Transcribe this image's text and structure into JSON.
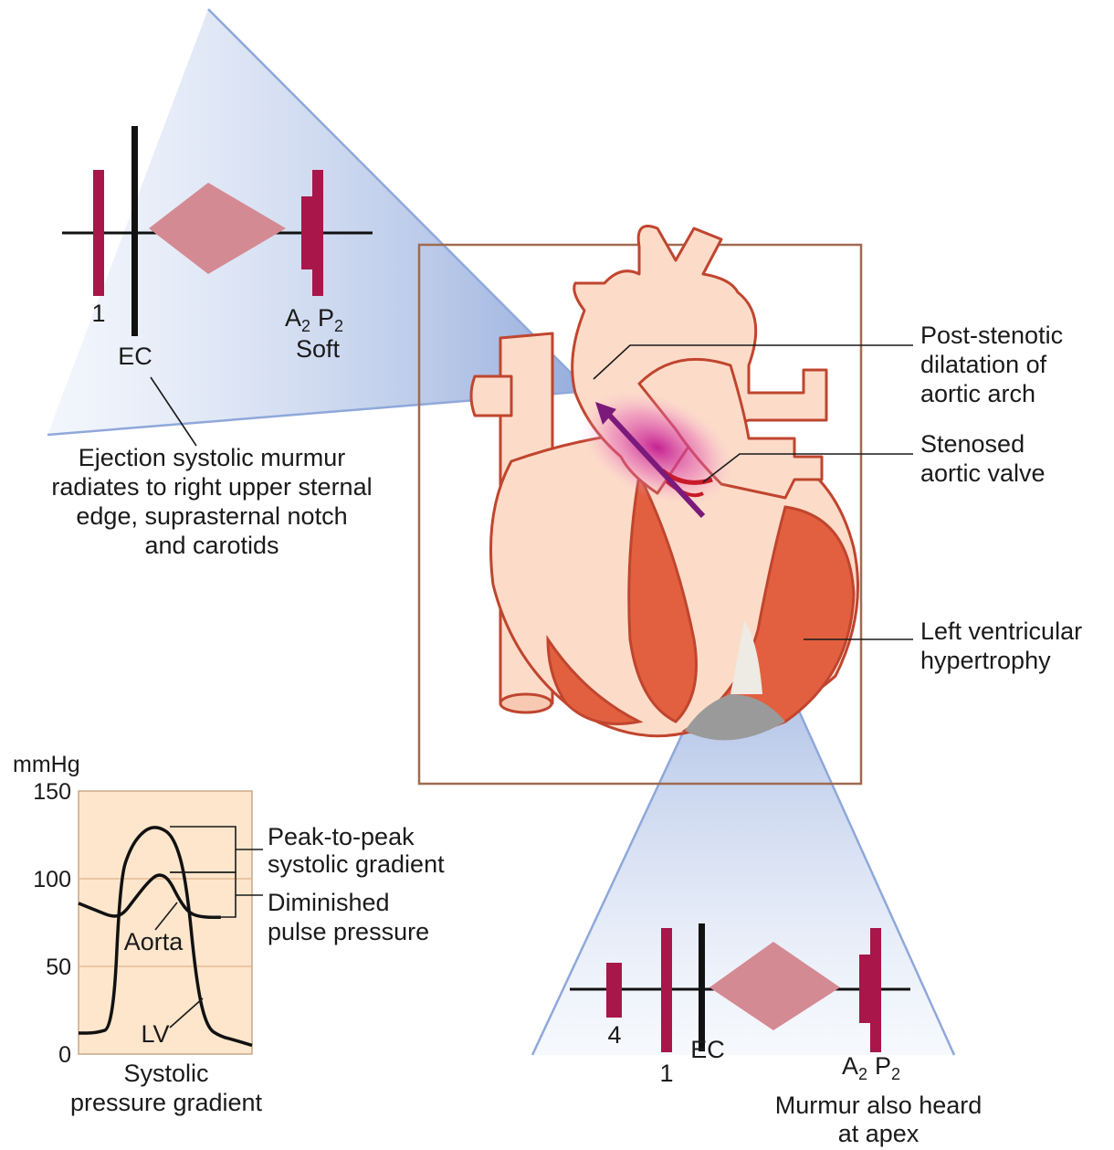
{
  "colors": {
    "cone": "#8fa8da",
    "heart_sound": "#a8164a",
    "murmur": "#d48a93",
    "heart_frame": "#a06a50",
    "heart_fill": "#fcdcc8",
    "heart_outline": "#c0452f",
    "myocardium": "#e2603f",
    "chart_background": "#fde6cc"
  },
  "phono_top": {
    "s1_label": "1",
    "ec_label": "EC",
    "a2": "A",
    "a2_sub": "2",
    "p2": "P",
    "p2_sub": "2",
    "soft_label": "Soft"
  },
  "murmur_caption": [
    "Ejection systolic murmur",
    "radiates to right upper sternal",
    "edge, suprasternal notch",
    "and carotids"
  ],
  "heart_labels": {
    "post_stenotic": [
      "Post-stenotic",
      "dilatation of",
      "aortic arch"
    ],
    "stenosed_valve": [
      "Stenosed",
      "aortic valve"
    ],
    "lvh": [
      "Left ventricular",
      "hypertrophy"
    ]
  },
  "phono_bottom": {
    "s4_label": "4",
    "s1_label": "1",
    "ec_label": "EC",
    "a2": "A",
    "a2_sub": "2",
    "p2": "P",
    "p2_sub": "2",
    "caption": [
      "Murmur also heard",
      "at apex"
    ]
  },
  "pressure_chart": {
    "unit": "mmHg",
    "ticks": [
      "150",
      "100",
      "50",
      "0"
    ],
    "aorta_label": "Aorta",
    "lv_label": "LV",
    "peak_label": [
      "Peak-to-peak",
      "systolic gradient"
    ],
    "pulse_label": [
      "Diminished",
      "pulse pressure"
    ],
    "caption": [
      "Systolic",
      "pressure gradient"
    ]
  },
  "chart_data": {
    "type": "line",
    "ylabel": "mmHg",
    "ylim": [
      0,
      150
    ],
    "yticks": [
      0,
      50,
      100,
      150
    ],
    "grid": true,
    "series": [
      {
        "name": "LV",
        "x": [
          0,
          0.1,
          0.2,
          0.24,
          0.3,
          0.38,
          0.46,
          0.55,
          0.62,
          0.68,
          0.74,
          0.82,
          0.9,
          1.0
        ],
        "y": [
          12,
          12,
          15,
          100,
          118,
          128,
          130,
          124,
          100,
          40,
          15,
          10,
          8,
          5
        ]
      },
      {
        "name": "Aorta",
        "x": [
          0,
          0.1,
          0.2,
          0.26,
          0.32,
          0.4,
          0.46,
          0.52,
          0.58,
          0.64,
          0.72,
          0.82
        ],
        "y": [
          86,
          82,
          78,
          80,
          88,
          98,
          103,
          100,
          88,
          80,
          78,
          78
        ]
      }
    ]
  }
}
